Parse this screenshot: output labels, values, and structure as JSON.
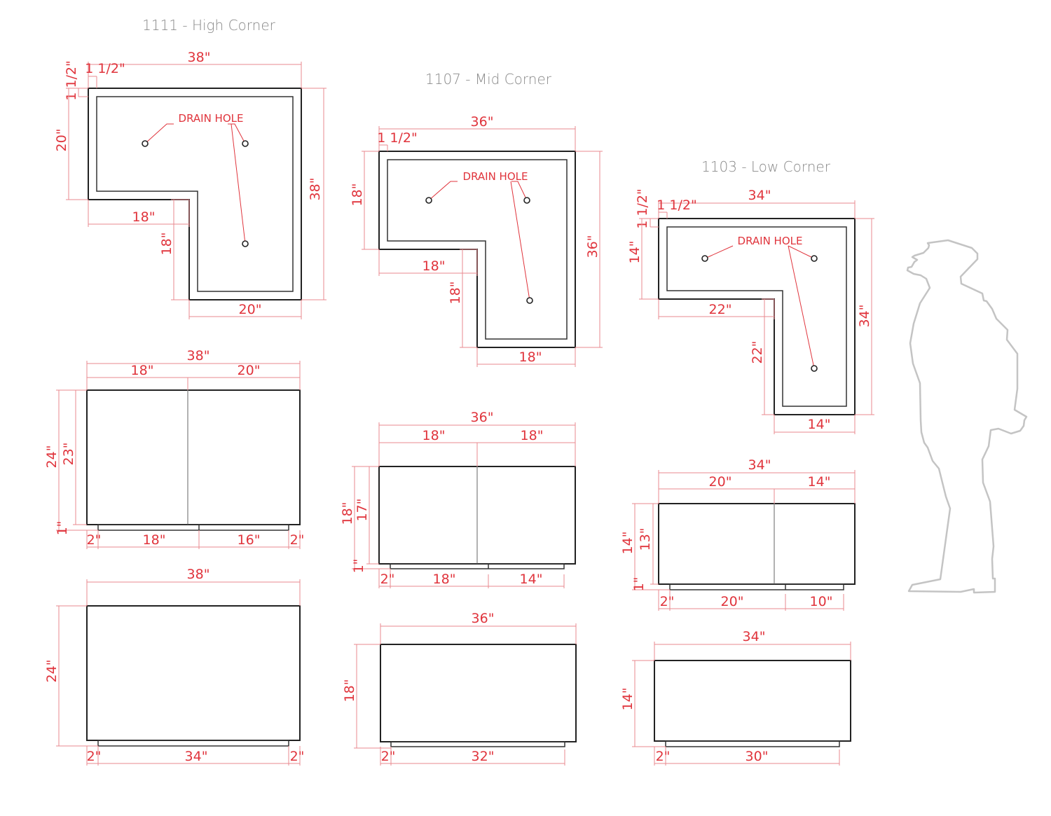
{
  "colors": {
    "dimension": "#e0343c",
    "outline": "#222222",
    "title": "#8a8a8a",
    "figure": "#c4c4c4"
  },
  "planters": [
    {
      "id": "1111",
      "title": "1111 - High Corner",
      "plan": {
        "overall_width": "38\"",
        "overall_depth": "38\"",
        "wall": "1 1/2\"",
        "wall_side": "1 1/2\"",
        "arm_depth_left": "20\"",
        "notch_width": "18\"",
        "notch_depth": "18\"",
        "arm_width_bottom": "20\"",
        "note": "DRAIN HOLE"
      },
      "side_view": {
        "overall_width": "38\"",
        "seg_left": "18\"",
        "seg_right": "20\"",
        "total_height": "24\"",
        "body_height": "23\"",
        "base_height": "1\"",
        "base_inset_left": "2\"",
        "base_seg_left": "18\"",
        "base_seg_right": "16\"",
        "base_inset_right": "2\""
      },
      "front_view": {
        "overall_width": "38\"",
        "total_height": "24\"",
        "base_inset_left": "2\"",
        "base_width": "34\"",
        "base_inset_right": "2\""
      }
    },
    {
      "id": "1107",
      "title": "1107 - Mid Corner",
      "plan": {
        "overall_width": "36\"",
        "overall_depth": "36\"",
        "wall": "1 1/2\"",
        "arm_depth_left": "18\"",
        "notch_width": "18\"",
        "notch_depth": "18\"",
        "arm_width_bottom": "18\"",
        "note": "DRAIN HOLE"
      },
      "side_view": {
        "overall_width": "36\"",
        "seg_left": "18\"",
        "seg_right": "18\"",
        "total_height": "18\"",
        "body_height": "17\"",
        "base_height": "1\"",
        "base_inset_left": "2\"",
        "base_seg_left": "18\"",
        "base_seg_right": "14\""
      },
      "front_view": {
        "overall_width": "36\"",
        "total_height": "18\"",
        "base_inset_left": "2\"",
        "base_width": "32\""
      }
    },
    {
      "id": "1103",
      "title": "1103 - Low Corner",
      "plan": {
        "overall_width": "34\"",
        "overall_depth": "34\"",
        "wall": "1 1/2\"",
        "wall_side": "1 1/2\"",
        "arm_depth_left": "14\"",
        "notch_width": "22\"",
        "notch_depth": "22\"",
        "arm_width_bottom": "14\"",
        "note": "DRAIN HOLE"
      },
      "side_view": {
        "overall_width": "34\"",
        "seg_left": "20\"",
        "seg_right": "14\"",
        "total_height": "14\"",
        "body_height": "13\"",
        "base_height": "1\"",
        "base_inset_left": "2\"",
        "base_seg_left": "20\"",
        "base_seg_right": "10\""
      },
      "front_view": {
        "overall_width": "34\"",
        "total_height": "14\"",
        "base_inset_left": "2\"",
        "base_width": "30\""
      }
    }
  ],
  "scale_figure": {
    "label": "human-silhouette"
  }
}
